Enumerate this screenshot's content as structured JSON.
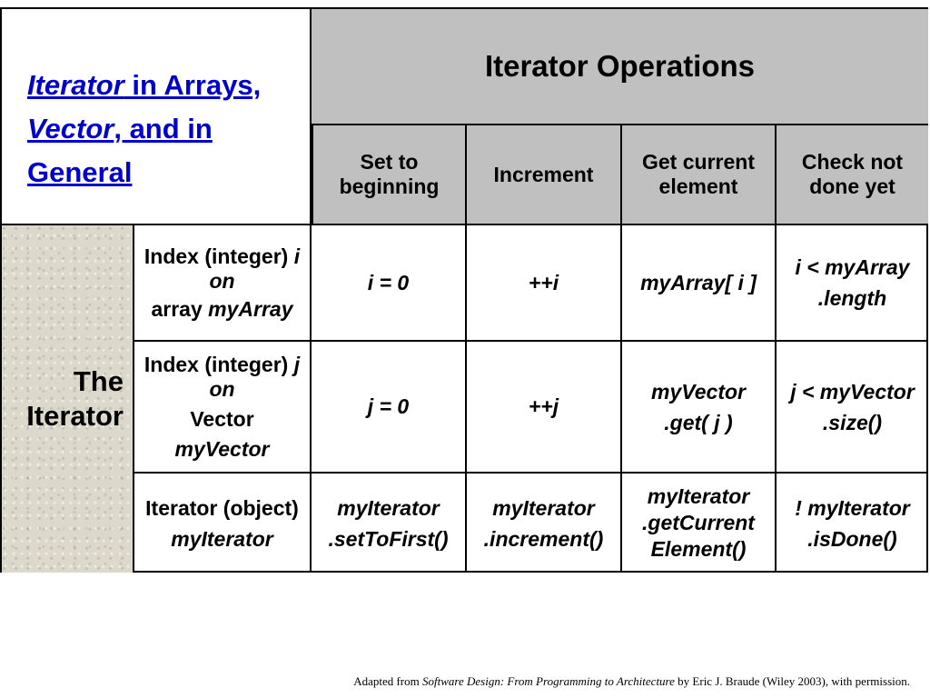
{
  "title": {
    "part1_italic": "Iterator",
    "part2": " in Arrays,",
    "part3_italic": "Vector",
    "part4": ", and in",
    "part5": "General"
  },
  "ops_header": "Iterator Operations",
  "col_headers": [
    "Set to beginning",
    "Increment",
    "Get current element",
    "Check not done yet"
  ],
  "row_header": "The Iterator",
  "rows": [
    {
      "label_a": "Index (integer) ",
      "label_a_it": "i",
      "label_b_it": "on",
      "label_c": "array ",
      "label_c_it": "myArray",
      "cells": [
        "i = 0",
        "++i",
        "myArray[ i ]",
        "i < myArray",
        ".length"
      ]
    },
    {
      "label_a": "Index (integer) ",
      "label_a_it": "j",
      "label_b_it": "on",
      "label_c": "Vector",
      "label_d_it": "myVector",
      "cells": [
        "j = 0",
        "++j",
        "myVector",
        ".get( j )",
        "j < myVector",
        ".size()"
      ]
    },
    {
      "label_a": "Iterator (object)",
      "label_b_it": "myIterator",
      "cells": [
        "myIterator",
        ".setToFirst()",
        "myIterator",
        ".increment()",
        "myIterator",
        ".getCurrent",
        "Element()",
        "! myIterator",
        ".isDone()"
      ]
    }
  ],
  "credit": {
    "prefix": "Adapted from ",
    "book": "Software Design: From Programming to Architecture",
    "suffix": " by Eric J. Braude (Wiley 2003), with permission."
  }
}
